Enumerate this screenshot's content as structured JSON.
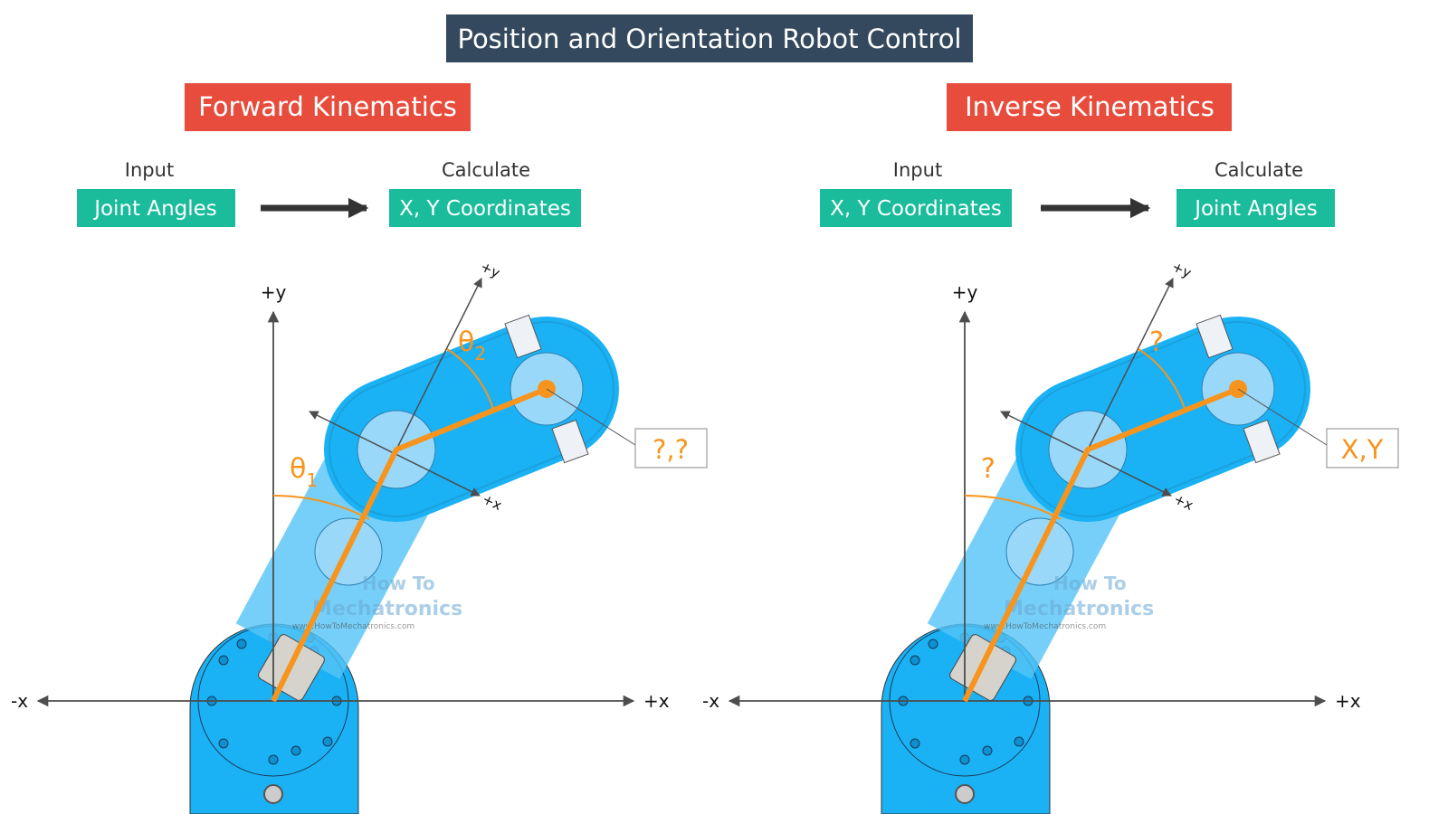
{
  "title": "Position and Orientation Robot Control",
  "colors": {
    "title_bg": "#34495e",
    "header_bg": "#e74c3c",
    "box_bg": "#1abc9c",
    "accent": "#f7941d",
    "robot_blue": "#1ab2f5",
    "axis": "#4d4d4d"
  },
  "panels": [
    {
      "header": "Forward Kinematics",
      "input_label": "Input",
      "input_value": "Joint Angles",
      "calc_label": "Calculate",
      "calc_value": "X, Y Coordinates",
      "theta1": "θ",
      "theta1_sub": "1",
      "theta2": "θ",
      "theta2_sub": "2",
      "end_label": "?,?",
      "axes": {
        "py": "+y",
        "px": "+x",
        "nx": "-x",
        "jy": "+y",
        "jx": "+x"
      }
    },
    {
      "header": "Inverse Kinematics",
      "input_label": "Input",
      "input_value": "X, Y Coordinates",
      "calc_label": "Calculate",
      "calc_value": "Joint Angles",
      "theta1": "?",
      "theta1_sub": "",
      "theta2": "?",
      "theta2_sub": "",
      "end_label": "X,Y",
      "axes": {
        "py": "+y",
        "px": "+x",
        "nx": "-x",
        "jy": "+y",
        "jx": "+x"
      }
    }
  ],
  "watermark": {
    "line1": "How To",
    "line2": "Mechatronics",
    "url": "www.HowToMechatronics.com"
  }
}
